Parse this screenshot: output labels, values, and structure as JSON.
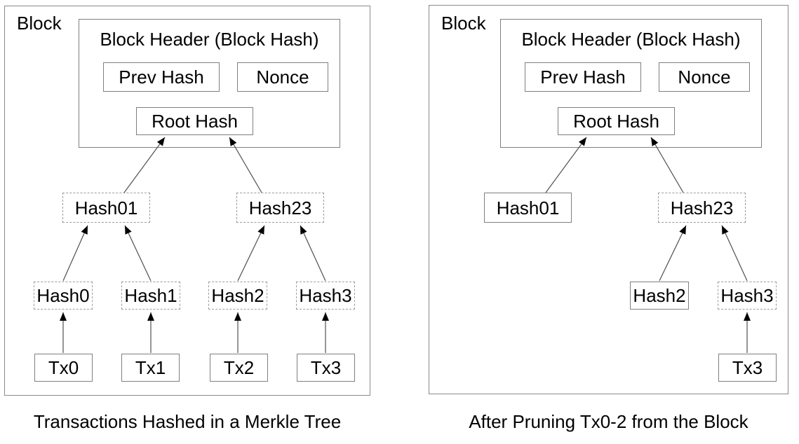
{
  "left_panel": {
    "block_label": "Block",
    "header_title": "Block Header (Block Hash)",
    "prev_hash_label": "Prev Hash",
    "nonce_label": "Nonce",
    "root_hash_label": "Root Hash",
    "hash01_label": "Hash01",
    "hash23_label": "Hash23",
    "hash0_label": "Hash0",
    "hash1_label": "Hash1",
    "hash2_label": "Hash2",
    "hash3_label": "Hash3",
    "tx0_label": "Tx0",
    "tx1_label": "Tx1",
    "tx2_label": "Tx2",
    "tx3_label": "Tx3",
    "caption": "Transactions Hashed in a Merkle Tree"
  },
  "right_panel": {
    "block_label": "Block",
    "header_title": "Block Header (Block Hash)",
    "prev_hash_label": "Prev Hash",
    "nonce_label": "Nonce",
    "root_hash_label": "Root Hash",
    "hash01_label": "Hash01",
    "hash23_label": "Hash23",
    "hash2_label": "Hash2",
    "hash3_label": "Hash3",
    "tx3_label": "Tx3",
    "caption": "After Pruning Tx0-2 from the Block"
  },
  "colors": {
    "background": "#ffffff",
    "text": "#000000",
    "solid_box_border": "#7f7f7f",
    "dashed_box_border": "#9c9c9c",
    "outer_block_border": "#8a8a8a",
    "arrow_line": "#4f4f4f",
    "arrowhead": "#000000"
  }
}
